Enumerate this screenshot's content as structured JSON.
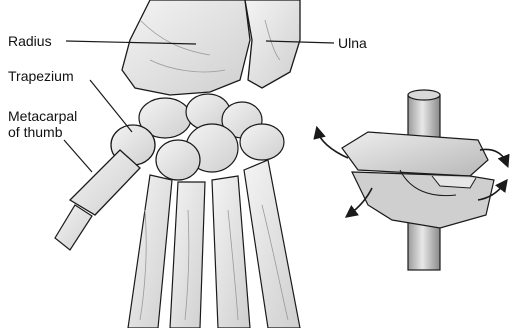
{
  "labels": {
    "radius": "Radius",
    "ulna": "Ulna",
    "trapezium": "Trapezium",
    "metacarpal_line1": "Metacarpal",
    "metacarpal_line2": "of thumb"
  },
  "colors": {
    "ink": "#1a1a1a",
    "bone_fill": "#ebebeb",
    "bone_shade": "#c9c9c9",
    "model_light": "#e6e6e6",
    "model_mid": "#bdbdbd",
    "model_dark": "#8f8f8f"
  }
}
